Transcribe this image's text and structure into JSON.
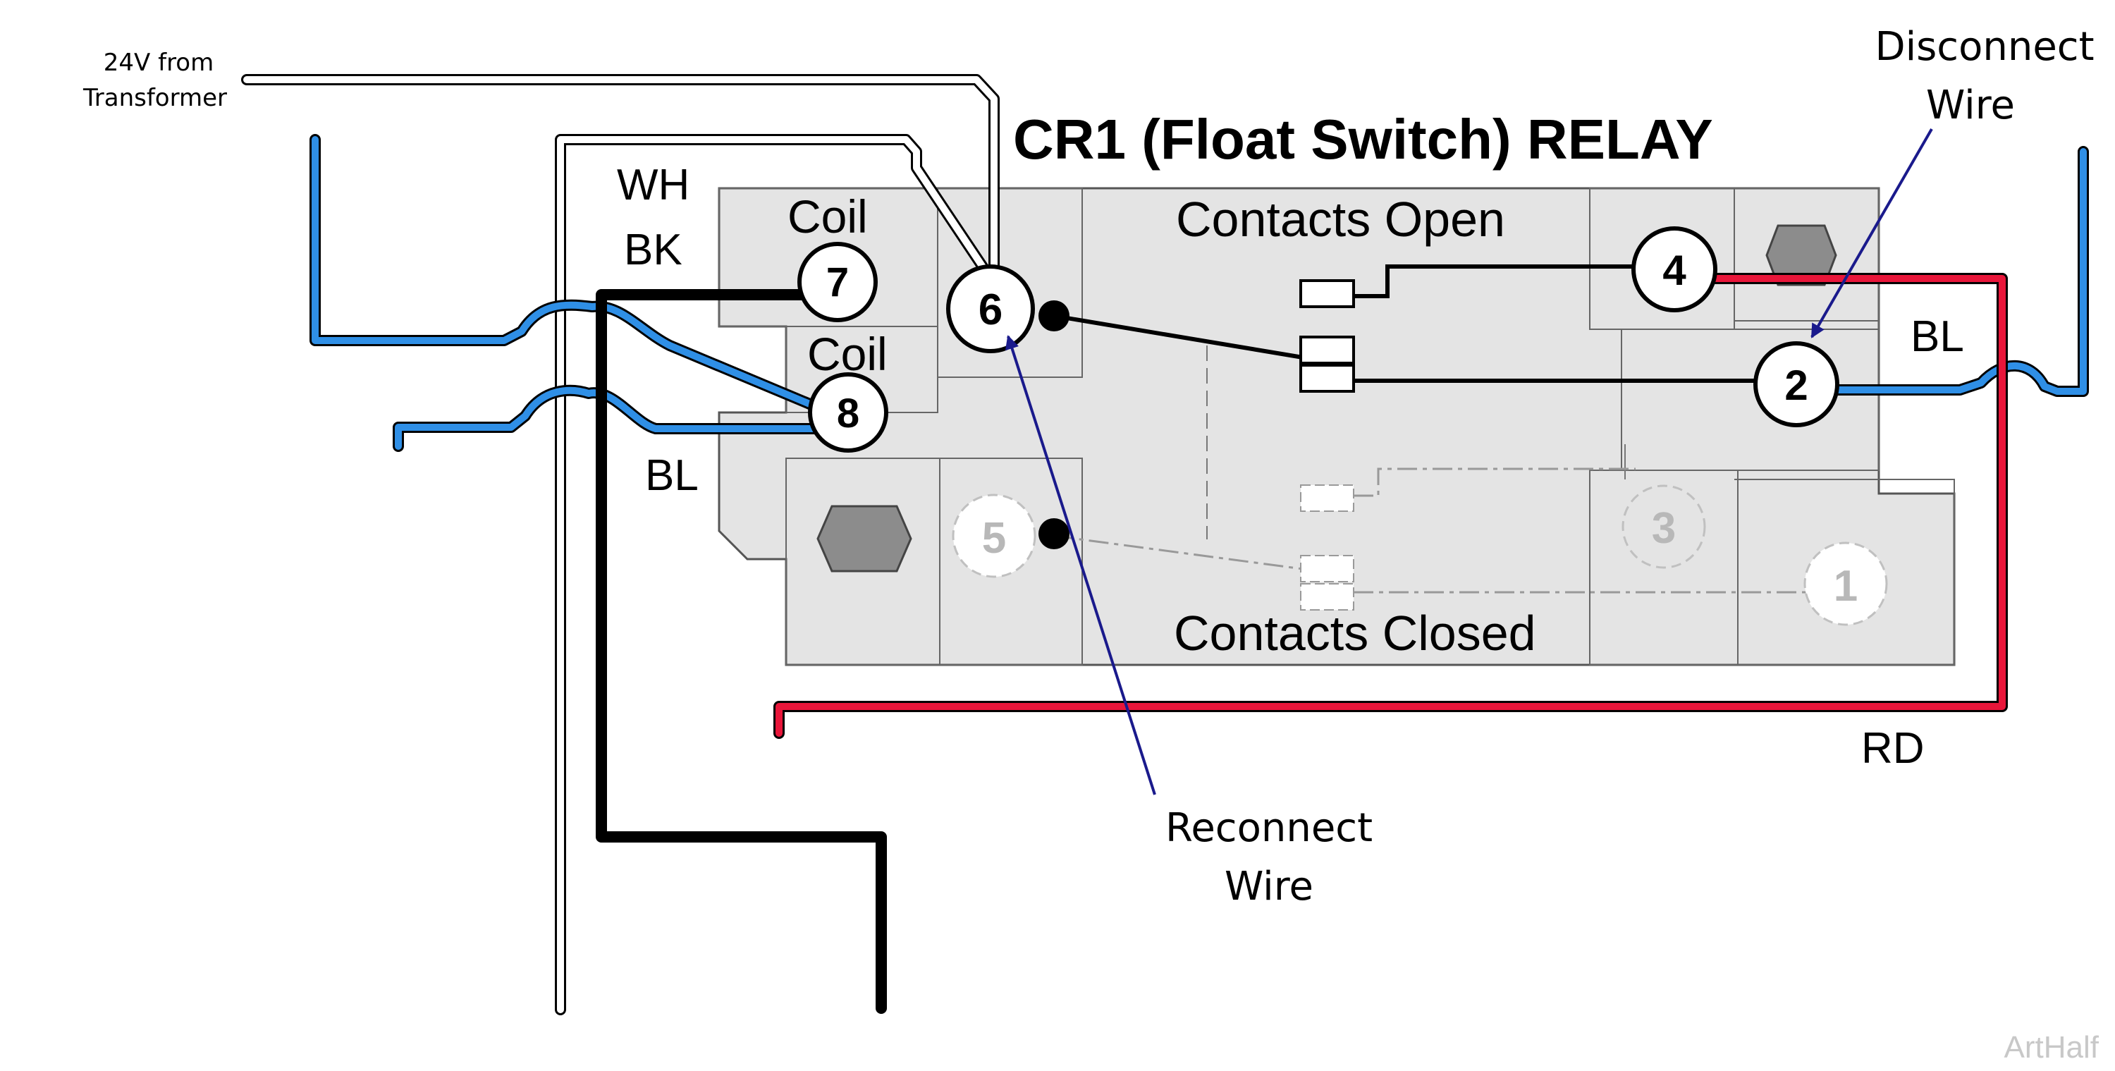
{
  "title": "CR1  (Float Switch) RELAY",
  "labels": {
    "source": "24V from",
    "source2": "Transformer",
    "wh": "WH",
    "bk": "BK",
    "coil_top": "Coil",
    "coil_bottom": "Coil",
    "bl_left": "BL",
    "bl_right": "BL",
    "rd": "RD",
    "contacts_open": "Contacts Open",
    "contacts_closed": "Contacts Closed",
    "disconnect_1": "Disconnect",
    "disconnect_2": "Wire",
    "reconnect_1": "Reconnect",
    "reconnect_2": "Wire",
    "watermark": "ArtHalf"
  },
  "terminals": [
    {
      "id": "7",
      "state": "active"
    },
    {
      "id": "6",
      "state": "active"
    },
    {
      "id": "8",
      "state": "active"
    },
    {
      "id": "4",
      "state": "active"
    },
    {
      "id": "2",
      "state": "active"
    },
    {
      "id": "5",
      "state": "inactive"
    },
    {
      "id": "3",
      "state": "inactive"
    },
    {
      "id": "1",
      "state": "inactive"
    }
  ],
  "colors": {
    "relay_body": "#e4e4e4",
    "blue_wire": "#2f8fe6",
    "red_wire": "#e8163a",
    "black_wire": "#000000",
    "arrow": "#1a1a8c",
    "inactive_text": "#b8b8b8",
    "watermark": "#c8c8c8"
  }
}
